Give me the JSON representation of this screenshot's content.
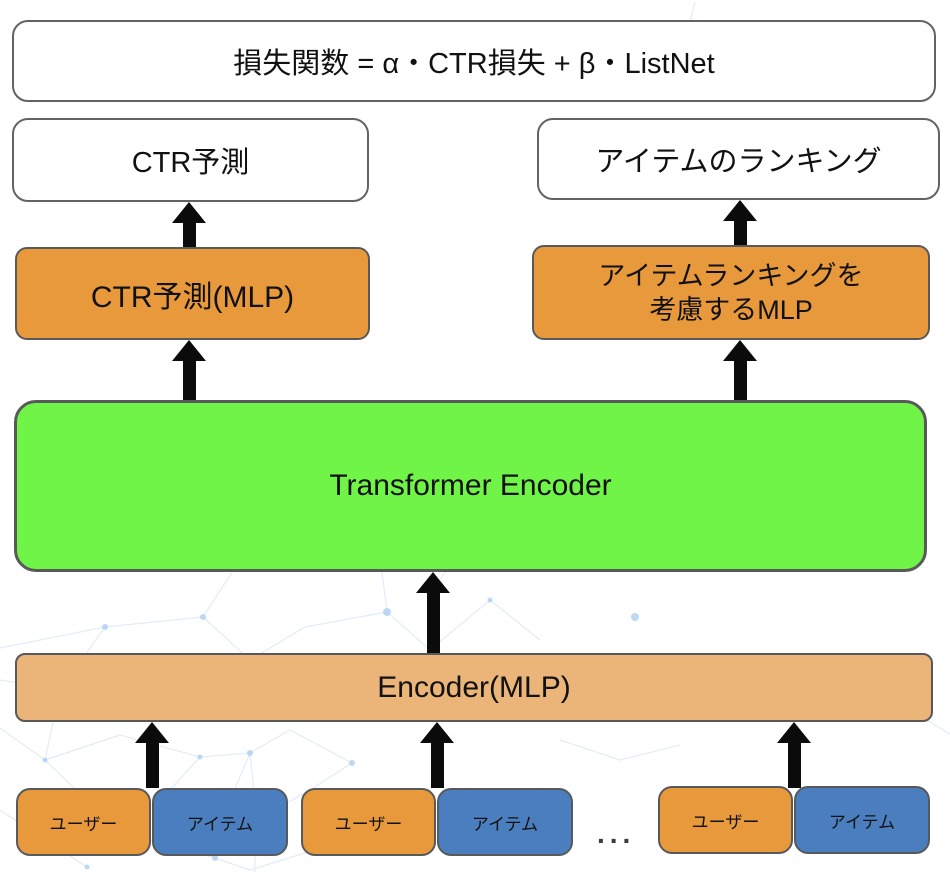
{
  "diagram": {
    "loss": {
      "label": "損失関数 = α・CTR損失 + β・ListNet"
    },
    "outputs": {
      "ctr": "CTR予測",
      "ranking": "アイテムのランキング"
    },
    "heads": {
      "ctr_mlp": "CTR予測(MLP)",
      "ranking_mlp_lines": [
        "アイテムランキングを",
        "考慮するMLP"
      ]
    },
    "transformer": "Transformer Encoder",
    "encoder": "Encoder(MLP)",
    "inputs": {
      "pairs": [
        {
          "user": "ユーザー",
          "item": "アイテム"
        },
        {
          "user": "ユーザー",
          "item": "アイテム"
        },
        {
          "user": "ユーザー",
          "item": "アイテム"
        }
      ],
      "ellipsis": "..."
    },
    "colors": {
      "orange": "#E8993C",
      "tan": "#EBB479",
      "green": "#71F448",
      "blue": "#4A7EBE",
      "box_border": "#58595B",
      "arrow_black": "#0B0B0B",
      "background_pattern_blue": "#C9DEF5"
    }
  }
}
